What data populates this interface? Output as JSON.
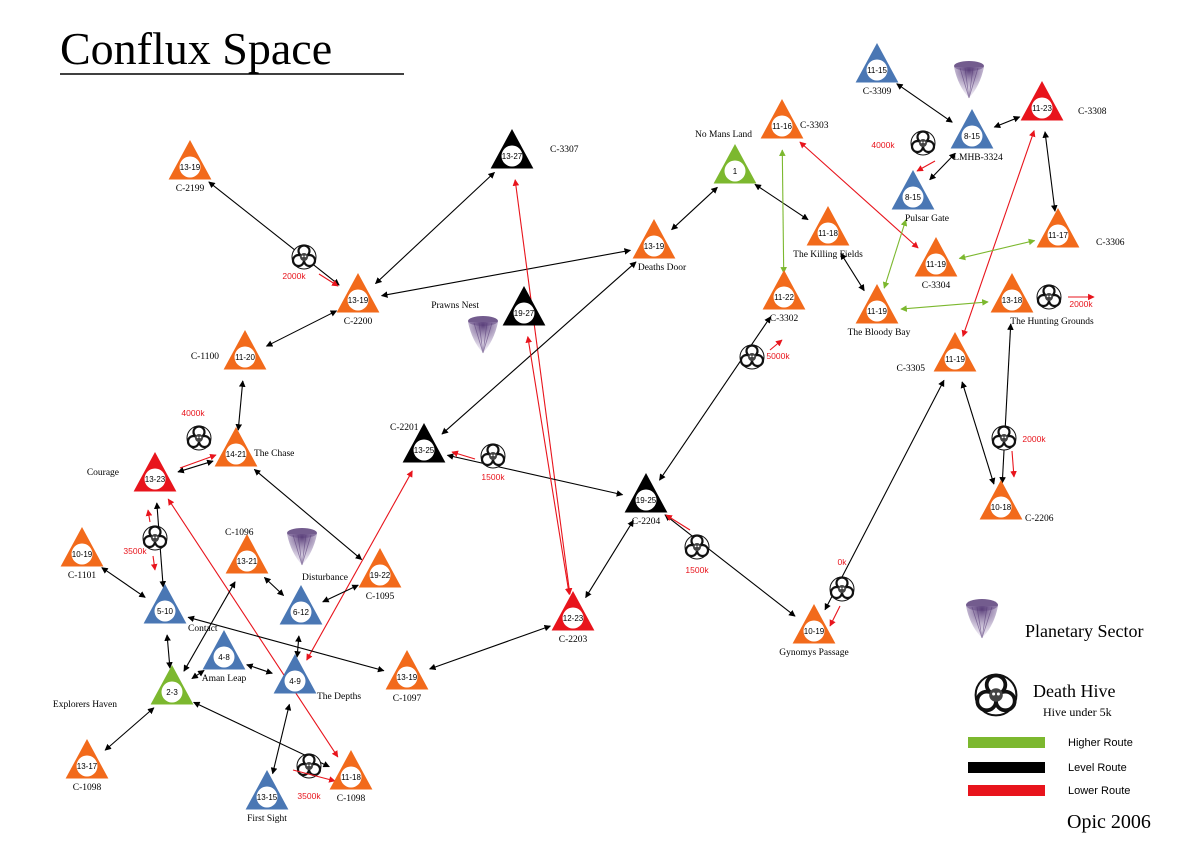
{
  "title": "Conflux Space",
  "credit": "Opic 2006",
  "colors": {
    "orange": "#f26a1b",
    "red": "#e8141c",
    "blue": "#4a77b4",
    "green": "#7cb82f",
    "black": "#000000",
    "higher_route": "#7cb82f",
    "level_route": "#000000",
    "lower_route": "#e8141c"
  },
  "legend": {
    "planetary_sector": "Planetary Sector",
    "death_hive": "Death Hive",
    "death_hive_sub": "Hive under 5k",
    "higher_route": "Higher Route",
    "level_route": "Level Route",
    "lower_route": "Lower Route"
  },
  "nodes": [
    {
      "id": "c2199",
      "level": "13-19",
      "color": "orange",
      "label": "C-2199"
    },
    {
      "id": "c3307",
      "level": "13-27",
      "color": "black",
      "label": "C-3307"
    },
    {
      "id": "nomans",
      "level": "1",
      "color": "green",
      "label": "No Mans Land"
    },
    {
      "id": "c3303",
      "level": "11-16",
      "color": "orange",
      "label": "C-3303"
    },
    {
      "id": "c3309",
      "level": "11-15",
      "color": "blue",
      "label": "C-3309"
    },
    {
      "id": "lmhb",
      "level": "8-15",
      "color": "blue",
      "label": "LMHB-3324"
    },
    {
      "id": "c3308",
      "level": "11-23",
      "color": "red",
      "label": "C-3308"
    },
    {
      "id": "pulsar",
      "level": "8-15",
      "color": "blue",
      "label": "Pulsar Gate"
    },
    {
      "id": "killing",
      "level": "11-18",
      "color": "orange",
      "label": "The Killing Fields"
    },
    {
      "id": "c3306",
      "level": "11-17",
      "color": "orange",
      "label": "C-3306"
    },
    {
      "id": "c3304",
      "level": "11-19",
      "color": "orange",
      "label": "C-3304"
    },
    {
      "id": "deaths",
      "level": "13-19",
      "color": "orange",
      "label": "Deaths Door"
    },
    {
      "id": "c2200",
      "level": "13-19",
      "color": "orange",
      "label": "C-2200"
    },
    {
      "id": "prawns",
      "level": "19-27",
      "color": "black",
      "label": "Prawns  Nest"
    },
    {
      "id": "c3302",
      "level": "11-22",
      "color": "orange",
      "label": "C-3302"
    },
    {
      "id": "bloody",
      "level": "11-19",
      "color": "orange",
      "label": "The Bloody Bay"
    },
    {
      "id": "hunting",
      "level": "13-18",
      "color": "orange",
      "label": "The Hunting Grounds"
    },
    {
      "id": "c1100",
      "level": "11-20",
      "color": "orange",
      "label": "C-1100"
    },
    {
      "id": "c3305",
      "level": "11-19",
      "color": "orange",
      "label": "C-3305"
    },
    {
      "id": "chase",
      "level": "14-21",
      "color": "orange",
      "label": "The Chase"
    },
    {
      "id": "c2201",
      "level": "13-25",
      "color": "black",
      "label": "C-2201"
    },
    {
      "id": "courage",
      "level": "13-23",
      "color": "red",
      "label": "Courage"
    },
    {
      "id": "c2204",
      "level": "19-25",
      "color": "black",
      "label": "C-2204"
    },
    {
      "id": "c2206",
      "level": "10-18",
      "color": "orange",
      "label": "C-2206"
    },
    {
      "id": "c1101",
      "level": "10-19",
      "color": "orange",
      "label": "C-1101"
    },
    {
      "id": "c1096",
      "level": "13-21",
      "color": "orange",
      "label": "C-1096"
    },
    {
      "id": "disturbance",
      "level": "6-12",
      "color": "blue",
      "label": "Disturbance"
    },
    {
      "id": "c1095",
      "level": "19-22",
      "color": "orange",
      "label": "C-1095"
    },
    {
      "id": "contact",
      "level": "5-10",
      "color": "blue",
      "label": "Contact"
    },
    {
      "id": "c2203",
      "level": "12-23",
      "color": "red",
      "label": "C-2203"
    },
    {
      "id": "gynomys",
      "level": "10-19",
      "color": "orange",
      "label": "Gynomys Passage"
    },
    {
      "id": "aman",
      "level": "4-8",
      "color": "blue",
      "label": "Aman Leap"
    },
    {
      "id": "explorers",
      "level": "2-3",
      "color": "green",
      "label": "Explorers Haven"
    },
    {
      "id": "depths",
      "level": "4-9",
      "color": "blue",
      "label": "The Depths"
    },
    {
      "id": "c1097",
      "level": "13-19",
      "color": "orange",
      "label": "C-1097"
    },
    {
      "id": "c1098a",
      "level": "13-17",
      "color": "orange",
      "label": "C-1098"
    },
    {
      "id": "firstsight",
      "level": "13-15",
      "color": "blue",
      "label": "First Sight"
    },
    {
      "id": "c1098b",
      "level": "11-18",
      "color": "orange",
      "label": "C-1098"
    }
  ],
  "routes": [
    {
      "from": "c2199",
      "to": "c2200",
      "type": "level"
    },
    {
      "from": "c2200",
      "to": "c3307",
      "type": "level"
    },
    {
      "from": "c2200",
      "to": "deaths",
      "type": "level"
    },
    {
      "from": "c2200",
      "to": "c1100",
      "type": "level"
    },
    {
      "from": "c3307",
      "to": "c2203",
      "type": "lower"
    },
    {
      "from": "deaths",
      "to": "nomans",
      "type": "level"
    },
    {
      "from": "deaths",
      "to": "c2201",
      "type": "level"
    },
    {
      "from": "nomans",
      "to": "killing",
      "type": "level"
    },
    {
      "from": "c3303",
      "to": "c3302",
      "type": "higher"
    },
    {
      "from": "c3303",
      "to": "c3304",
      "type": "lower"
    },
    {
      "from": "c3309",
      "to": "lmhb",
      "type": "level"
    },
    {
      "from": "lmhb",
      "to": "c3308",
      "type": "level"
    },
    {
      "from": "lmhb",
      "to": "pulsar",
      "type": "level"
    },
    {
      "from": "pulsar",
      "to": "bloody",
      "type": "higher"
    },
    {
      "from": "c3308",
      "to": "c3306",
      "type": "level"
    },
    {
      "from": "c3308",
      "to": "c3305",
      "type": "lower"
    },
    {
      "from": "c3304",
      "to": "c3306",
      "type": "higher"
    },
    {
      "from": "killing",
      "to": "bloody",
      "type": "level"
    },
    {
      "from": "bloody",
      "to": "hunting",
      "type": "higher"
    },
    {
      "from": "c3302",
      "to": "c2204",
      "type": "level"
    },
    {
      "from": "hunting",
      "to": "c2206",
      "type": "level"
    },
    {
      "from": "c3305",
      "to": "c2206",
      "type": "level"
    },
    {
      "from": "c3305",
      "to": "gynomys",
      "type": "level"
    },
    {
      "from": "c1100",
      "to": "chase",
      "type": "level"
    },
    {
      "from": "chase",
      "to": "courage",
      "type": "level"
    },
    {
      "from": "chase",
      "to": "c1095",
      "type": "level"
    },
    {
      "from": "c2201",
      "to": "c2204",
      "type": "level"
    },
    {
      "from": "c2201",
      "to": "depths",
      "type": "lower"
    },
    {
      "from": "prawns",
      "to": "c2203",
      "type": "lower"
    },
    {
      "from": "c2204",
      "to": "c2203",
      "type": "level"
    },
    {
      "from": "c2204",
      "to": "gynomys",
      "type": "level"
    },
    {
      "from": "courage",
      "to": "contact",
      "type": "level"
    },
    {
      "from": "courage",
      "to": "c1098b",
      "type": "lower"
    },
    {
      "from": "c1101",
      "to": "contact",
      "type": "level"
    },
    {
      "from": "contact",
      "to": "explorers",
      "type": "level"
    },
    {
      "from": "contact",
      "to": "c1097",
      "type": "level"
    },
    {
      "from": "c1096",
      "to": "explorers",
      "type": "level"
    },
    {
      "from": "disturbance",
      "to": "c1096",
      "type": "level"
    },
    {
      "from": "disturbance",
      "to": "c1095",
      "type": "level"
    },
    {
      "from": "disturbance",
      "to": "depths",
      "type": "level"
    },
    {
      "from": "explorers",
      "to": "aman",
      "type": "level"
    },
    {
      "from": "explorers",
      "to": "c1098a",
      "type": "level"
    },
    {
      "from": "explorers",
      "to": "c1098b",
      "type": "level"
    },
    {
      "from": "aman",
      "to": "depths",
      "type": "level"
    },
    {
      "from": "depths",
      "to": "firstsight",
      "type": "level"
    },
    {
      "from": "c1097",
      "to": "c2203",
      "type": "level"
    }
  ],
  "death_hives": [
    {
      "id": "h2199",
      "amount": "2000k"
    },
    {
      "id": "h3324",
      "amount": "4000k"
    },
    {
      "id": "h3302",
      "amount": "5000k"
    },
    {
      "id": "hhunting",
      "amount": "2000k"
    },
    {
      "id": "hchase",
      "amount": "4000k"
    },
    {
      "id": "h2201",
      "amount": "1500k"
    },
    {
      "id": "h2206",
      "amount": "2000k"
    },
    {
      "id": "hcourage",
      "amount": "3500k"
    },
    {
      "id": "h2204",
      "amount": "1500k"
    },
    {
      "id": "hgynomys",
      "amount": "0k"
    },
    {
      "id": "h1098",
      "amount": "3500k"
    }
  ],
  "planetary_sectors": [
    "ps-lmhb",
    "ps-prawns",
    "ps-disturbance"
  ]
}
